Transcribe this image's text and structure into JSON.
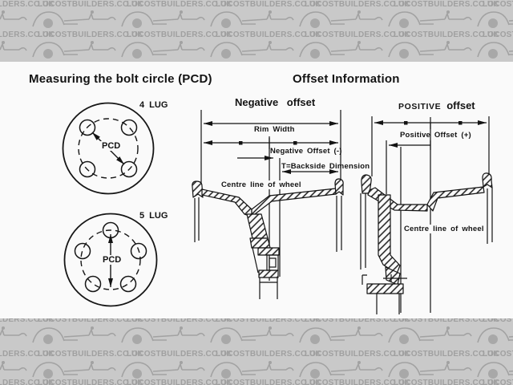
{
  "watermark": {
    "text": "LOCOSTBUILDERS.CO.UK"
  },
  "left_panel": {
    "title": "Measuring the bolt circle (PCD)",
    "lug4": {
      "label": "4 LUG",
      "dim_label": "PCD"
    },
    "lug5": {
      "label": "5 LUG",
      "dim_label": "PCD"
    }
  },
  "right_panel": {
    "title": "Offset Information",
    "negative": {
      "heading": "Negative offset",
      "rim_width_label": "Rim Width",
      "offset_label": "Negative Offset (-)",
      "backside_label": "T=Backside Dimension",
      "centre_label": "Centre line of wheel"
    },
    "positive": {
      "heading_caps": "POSITIVE",
      "heading_rest": "offset",
      "offset_label": "Positive Offset (+)",
      "centre_label": "Centre line of wheel"
    }
  }
}
